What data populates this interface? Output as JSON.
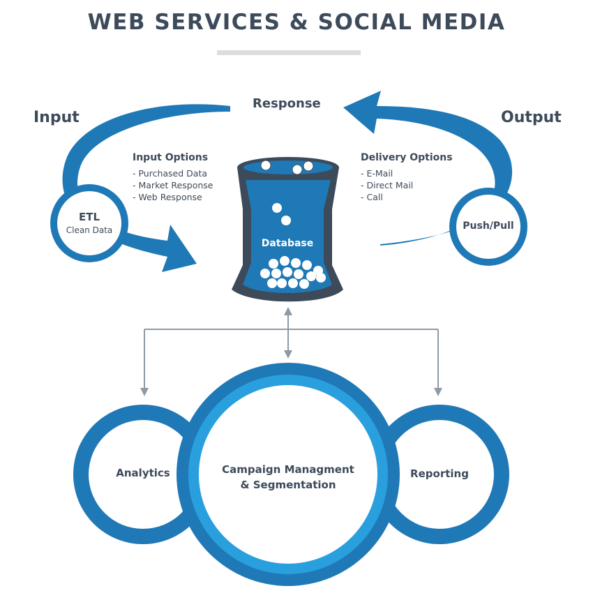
{
  "title": "WEB SERVICES & SOCIAL MEDIA",
  "loop": {
    "input_label": "Input",
    "output_label": "Output",
    "response_label": "Response"
  },
  "input_options": {
    "heading": "Input Options",
    "items": [
      "Purchased Data",
      "Market Response",
      "Web Response"
    ]
  },
  "delivery_options": {
    "heading": "Delivery Options",
    "items": [
      "E-Mail",
      "Direct Mail",
      "Call"
    ]
  },
  "etl": {
    "title": "ETL",
    "subtitle": "Clean Data"
  },
  "push_pull": {
    "title": "Push/Pull"
  },
  "database": {
    "label": "Database"
  },
  "bottom": {
    "left": "Analytics",
    "center_line1": "Campaign Managment",
    "center_line2": "& Segmentation",
    "right": "Reporting"
  },
  "colors": {
    "primary_blue": "#1f79b6",
    "light_blue": "#2a9fde",
    "dark_slate": "#3d4a5a",
    "connector_gray": "#8d9aa8",
    "divider_gray": "#dddddd"
  },
  "icons": [
    "curved-arrow-input",
    "curved-arrow-output",
    "database-cylinder",
    "double-arrow-connector"
  ]
}
